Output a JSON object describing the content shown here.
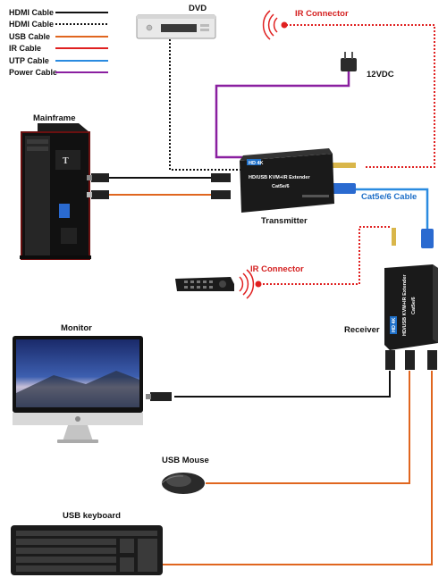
{
  "legend": [
    {
      "label": "HDMI Cable",
      "color": "#111111",
      "style": "solid"
    },
    {
      "label": "HDMI Cable",
      "color": "#111111",
      "style": "dotted"
    },
    {
      "label": "USB Cable",
      "color": "#e0661f",
      "style": "solid"
    },
    {
      "label": "IR Cable",
      "color": "#e02020",
      "style": "solid"
    },
    {
      "label": "UTP Cable",
      "color": "#2a8be0",
      "style": "solid"
    },
    {
      "label": "Power Cable",
      "color": "#8a1fa0",
      "style": "solid"
    }
  ],
  "labels": {
    "dvd": "DVD",
    "ir_connector_top": "IR Connector",
    "power": "12VDC",
    "mainframe": "Mainframe",
    "transmitter": "Transmitter",
    "cat_cable": "Cat5e/6 Cable",
    "ir_connector_mid": "IR Connector",
    "monitor": "Monitor",
    "receiver": "Receiver",
    "usb_mouse": "USB Mouse",
    "usb_keyboard": "USB keyboard"
  },
  "transmitter_box": {
    "badge": "HD 4K",
    "title": "HD/USB KVM+IR Extender",
    "subtitle": "Cat5e/6"
  },
  "receiver_box": {
    "badge": "HD 4K",
    "title": "HD/USB KVM+IR Extender",
    "subtitle": "Cat5e/6"
  },
  "colors": {
    "hdmi": "#111111",
    "usb": "#e0661f",
    "ir": "#e02020",
    "utp": "#2a8be0",
    "power": "#8a1fa0",
    "accent_blue": "#1e6fc8",
    "caption_red": "#d42020"
  }
}
